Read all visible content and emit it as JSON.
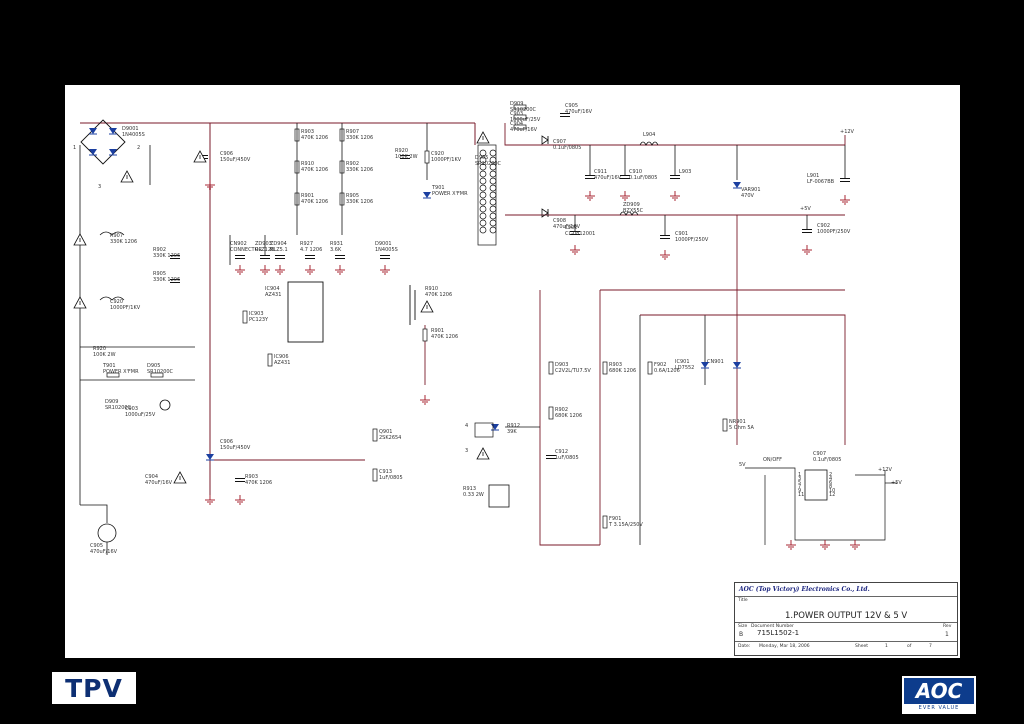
{
  "title_block": {
    "company": "AOC (Top Victory) Electronics Co., Ltd.",
    "title_label": "Title",
    "title": "1.POWER OUTPUT 12V & 5 V",
    "size_label": "Size",
    "size_value": "B",
    "doc_label": "Document Number",
    "doc_number": "715L1502-1",
    "rev_label": "Rev",
    "rev_value": "1",
    "date_label": "Date:",
    "date_value": "Monday, Mar 18, 2006",
    "sheet_label": "Sheet",
    "sheet_value": "1",
    "of_label": "of",
    "of_value": "7"
  },
  "logos": {
    "left": "TPV",
    "right": "AOC",
    "right_tagline": "EVER VALUE"
  },
  "components": [
    {
      "ref": "D9001",
      "value": "1N4005S"
    },
    {
      "ref": "C906",
      "value": "150uF/450V"
    },
    {
      "ref": "R903",
      "value": "470K 1206"
    },
    {
      "ref": "R910",
      "value": "470K 1206"
    },
    {
      "ref": "R901",
      "value": "470K 1206"
    },
    {
      "ref": "R907",
      "value": "330K 1206"
    },
    {
      "ref": "R902",
      "value": "330K 1206"
    },
    {
      "ref": "R905",
      "value": "330K 1206"
    },
    {
      "ref": "C920",
      "value": "1000PF/1KV"
    },
    {
      "ref": "R920",
      "value": "100K 2W"
    },
    {
      "ref": "T901",
      "value": "POWER X'FMR"
    },
    {
      "ref": "D905",
      "value": "SR10200C"
    },
    {
      "ref": "D909",
      "value": "SR10200C"
    },
    {
      "ref": "C903",
      "value": "1000uF/25V"
    },
    {
      "ref": "C904",
      "value": "470uF/16V"
    },
    {
      "ref": "C905",
      "value": "470uF/16V"
    },
    {
      "ref": "C907",
      "value": "0.1uF/0805"
    },
    {
      "ref": "C908",
      "value": "470uF/16V"
    },
    {
      "ref": "C911",
      "value": "470uF/16V"
    },
    {
      "ref": "C910",
      "value": "0.1uF/0805"
    },
    {
      "ref": "L903",
      "value": ""
    },
    {
      "ref": "L904",
      "value": ""
    },
    {
      "ref": "ZD909",
      "value": "BZX55C"
    },
    {
      "ref": "L901",
      "value": "LF-0067BB"
    },
    {
      "ref": "C902",
      "value": "1000PF/250V"
    },
    {
      "ref": "C901",
      "value": "1000PF/250V"
    },
    {
      "ref": "L902",
      "value": "CL-0812001"
    },
    {
      "ref": "VAR901",
      "value": "470V"
    },
    {
      "ref": "D903",
      "value": "C2V2L/TU7.5V"
    },
    {
      "ref": "R902",
      "value": "680K 1206"
    },
    {
      "ref": "R903",
      "value": "680K 1206"
    },
    {
      "ref": "F902",
      "value": "0.6A/1206"
    },
    {
      "ref": "NR901",
      "value": "5 Ohm 5A"
    },
    {
      "ref": "F901",
      "value": "T 3.15A/250V"
    },
    {
      "ref": "CN901",
      "value": ""
    },
    {
      "ref": "IC901",
      "value": "LD7552"
    },
    {
      "ref": "R912",
      "value": "39K"
    },
    {
      "ref": "R913",
      "value": "0.33 2W"
    },
    {
      "ref": "C912",
      "value": "1uF/0805"
    },
    {
      "ref": "IC904",
      "value": "AZ431"
    },
    {
      "ref": "IC903",
      "value": "PC123Y"
    },
    {
      "ref": "IC906",
      "value": "AZ431"
    },
    {
      "ref": "Q901",
      "value": "2SK2654"
    },
    {
      "ref": "C913",
      "value": "1uF/0805"
    },
    {
      "ref": "CN902",
      "value": "CONNECTOR"
    },
    {
      "ref": "ZD903",
      "value": "RLZ12B"
    },
    {
      "ref": "ZD904",
      "value": "RLZ5.1"
    },
    {
      "ref": "R927",
      "value": "4.7 1206"
    },
    {
      "ref": "R931",
      "value": "3.6K"
    }
  ],
  "nets": {
    "v12": "+12V",
    "v5": "+5V",
    "v5b": "5V",
    "on_off": "ON/OFF"
  }
}
